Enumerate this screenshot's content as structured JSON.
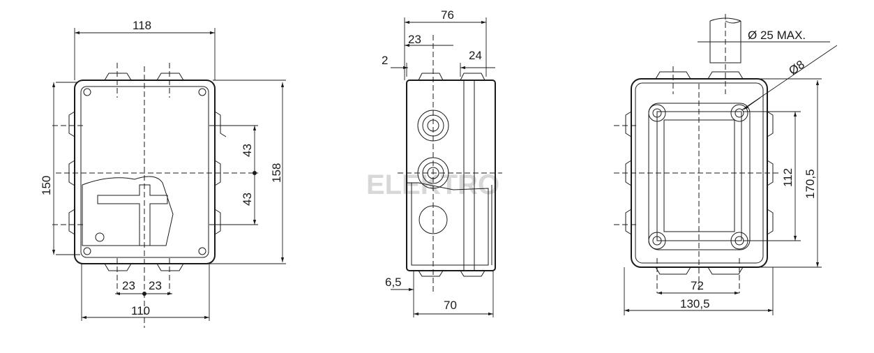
{
  "watermark": "ELEKTRO",
  "front_view": {
    "width": "118",
    "height_total": "158",
    "height_inner": "150",
    "offset_upper": "43",
    "offset_lower": "43",
    "gland_left": "23",
    "gland_right": "23",
    "bottom_width": "110"
  },
  "side_view": {
    "depth_total": "76",
    "gland_offset": "23",
    "wall": "2",
    "lid": "24",
    "base_offset": "6,5",
    "body_depth": "70"
  },
  "back_view": {
    "cable_diameter": "Ø 25 MAX.",
    "hole_diameter": "Ø8",
    "hole_spacing_x": "72",
    "width": "130,5",
    "hole_spacing_y": "112",
    "height": "170,5"
  }
}
